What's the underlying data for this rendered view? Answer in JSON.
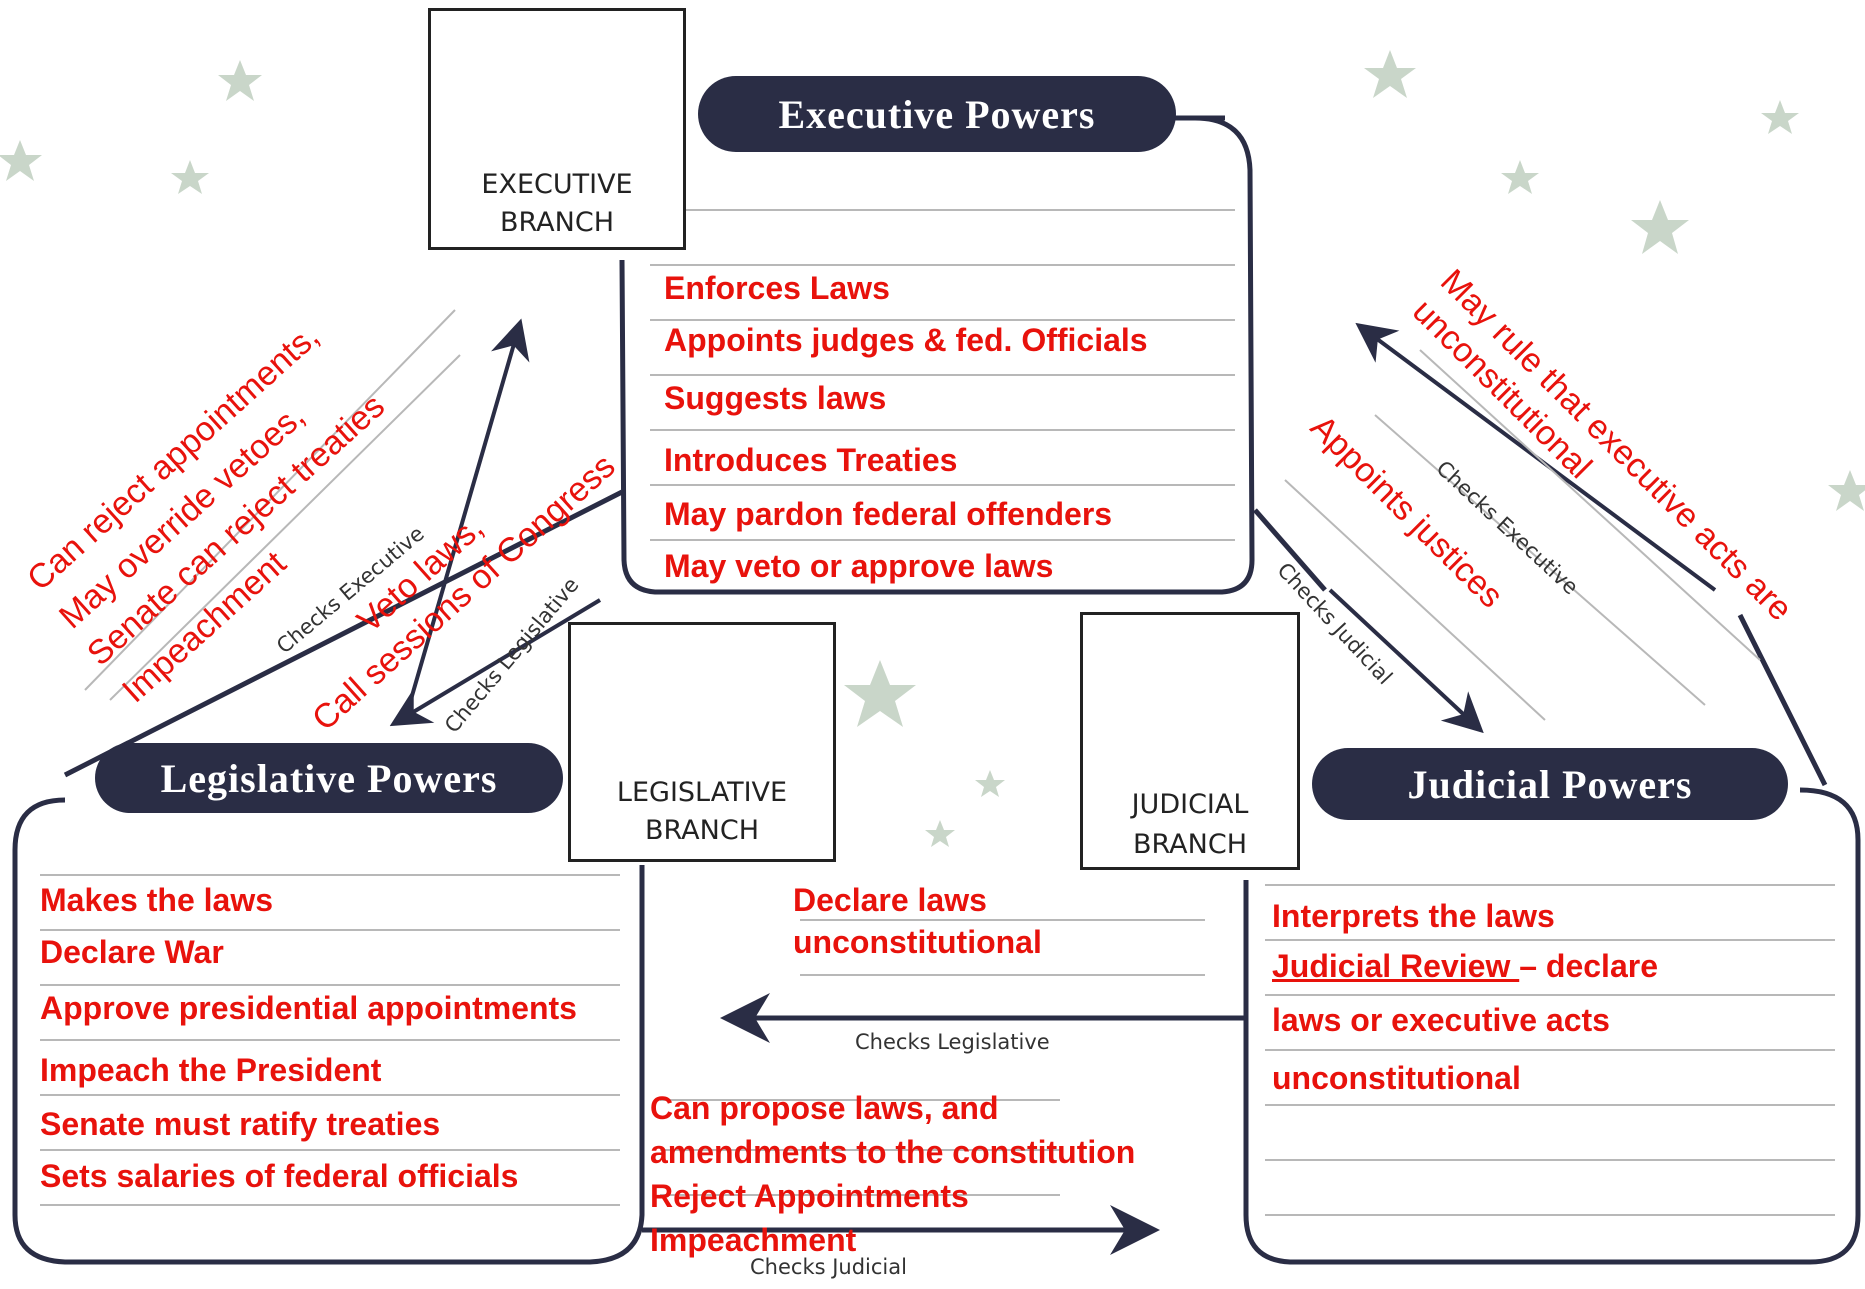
{
  "branches": {
    "executive": {
      "line1": "EXECUTIVE",
      "line2": "BRANCH",
      "title": "Executive Powers"
    },
    "legislative": {
      "line1": "LEGISLATIVE",
      "line2": "BRANCH",
      "title": "Legislative Powers"
    },
    "judicial": {
      "line1": "JUDICIAL",
      "line2": "BRANCH",
      "title": "Judicial Powers"
    }
  },
  "executive_powers": [
    "Enforces Laws",
    "Appoints judges & fed. Officials",
    "Suggests laws",
    "Introduces Treaties",
    "May pardon federal offenders",
    "May veto or approve laws"
  ],
  "legislative_powers": [
    "Makes the laws",
    "Declare War",
    "Approve presidential appointments",
    "Impeach the President",
    "Senate must ratify treaties",
    "Sets salaries of federal officials"
  ],
  "judicial_powers": {
    "line1": "Interprets the laws",
    "review_underlined": "Judicial Review ",
    "review_rest": "– declare",
    "line3": "laws or executive acts",
    "line4": "unconstitutional"
  },
  "checks": {
    "leg_checks_exec": "Checks Executive",
    "exec_checks_leg": "Checks Legislative",
    "jud_checks_exec": "Checks Executive",
    "exec_checks_jud": "Checks Judicial",
    "jud_checks_leg": "Checks Legislative",
    "leg_checks_jud": "Checks Judicial"
  },
  "annotations": {
    "leg_over_exec": [
      "Can reject appointments,",
      "May override vetoes,",
      "Senate can reject treaties",
      "Impeachment"
    ],
    "exec_over_leg": [
      "Veto laws,",
      "Call sessions of Congress"
    ],
    "jud_over_exec": [
      "May rule that executive acts are",
      "unconstitutional"
    ],
    "exec_over_jud": [
      "Appoints justices"
    ],
    "jud_over_leg": [
      "Declare laws",
      "unconstitutional"
    ],
    "leg_over_jud": [
      "Can propose laws, and",
      "amendments to the constitution",
      "Reject Appointments",
      "Impeachment"
    ]
  },
  "colors": {
    "navy": "#2a2d45",
    "red": "#e8120c"
  }
}
